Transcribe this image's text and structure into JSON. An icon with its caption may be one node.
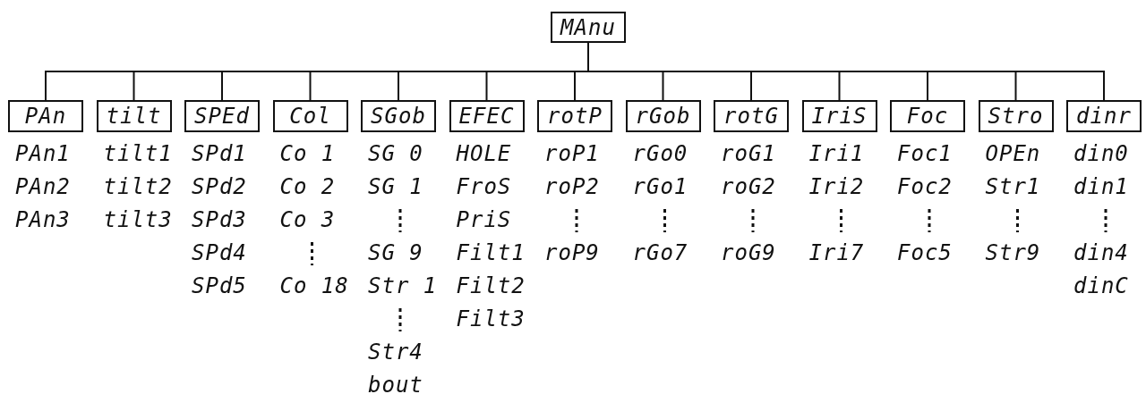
{
  "diagram": {
    "nodes": [
      {
        "text": [
          "MAnu"
        ]
      },
      {
        "text": [
          "PAn"
        ],
        "beside": [
          "PAn1",
          "PAn2",
          "PAn3"
        ]
      },
      {
        "text": [
          "tilt"
        ],
        "beside": [
          "tilt1",
          "tilt2",
          "tilt3"
        ]
      },
      {
        "text": [
          "SPEd"
        ],
        "beside": [
          "SPd1",
          "SPd2",
          "SPd3",
          "SPd4",
          "SPd5"
        ]
      },
      {
        "text": [
          "Col"
        ],
        "beside": [
          "Co 1",
          "Co 2",
          "Co 3",
          "Co 18"
        ]
      },
      {
        "text": [
          "SGob"
        ],
        "beside": [
          "SG 0",
          "SG 1",
          "SG 9",
          "Str 1",
          "Str4",
          "bout"
        ]
      },
      {
        "text": [
          "EFEC"
        ],
        "beside": [
          "HOLE",
          "FroS",
          "PriS",
          "Filt1",
          "Filt2",
          "Filt3"
        ]
      },
      {
        "text": [
          "rotP"
        ],
        "beside": [
          "roP1",
          "roP2",
          "roP9"
        ]
      },
      {
        "text": [
          "rGob"
        ],
        "beside": [
          "rGo0",
          "rGo1",
          "rGo7"
        ]
      },
      {
        "text": [
          "rotG"
        ],
        "beside": [
          "roG1",
          "roG2",
          "roG9"
        ]
      },
      {
        "text": [
          "IriS"
        ],
        "beside": [
          "Iri1",
          "Iri2",
          "Iri7"
        ]
      },
      {
        "text": [
          "Foc"
        ],
        "beside": [
          "Foc1",
          "Foc2",
          "Foc5"
        ]
      },
      {
        "text": [
          "Stro"
        ],
        "beside": [
          "OPEn",
          "Str1",
          "Str9"
        ]
      },
      {
        "text": [
          "dinr"
        ],
        "beside": [
          "din0",
          "din1",
          "din4",
          "dinC"
        ]
      }
    ],
    "edges": [
      {
        "from": 0,
        "to": 1,
        "arrow": "none"
      },
      {
        "from": 0,
        "to": 2,
        "arrow": "none"
      },
      {
        "from": 0,
        "to": 3,
        "arrow": "none"
      },
      {
        "from": 0,
        "to": 4,
        "arrow": "none"
      },
      {
        "from": 0,
        "to": 5,
        "arrow": "none"
      },
      {
        "from": 0,
        "to": 6,
        "arrow": "none"
      },
      {
        "from": 0,
        "to": 7,
        "arrow": "none"
      },
      {
        "from": 0,
        "to": 8,
        "arrow": "none"
      },
      {
        "from": 0,
        "to": 9,
        "arrow": "none"
      },
      {
        "from": 0,
        "to": 10,
        "arrow": "none"
      },
      {
        "from": 0,
        "to": 11,
        "arrow": "none"
      },
      {
        "from": 0,
        "to": 12,
        "arrow": "none"
      },
      {
        "from": 0,
        "to": 13,
        "arrow": "none"
      }
    ]
  }
}
